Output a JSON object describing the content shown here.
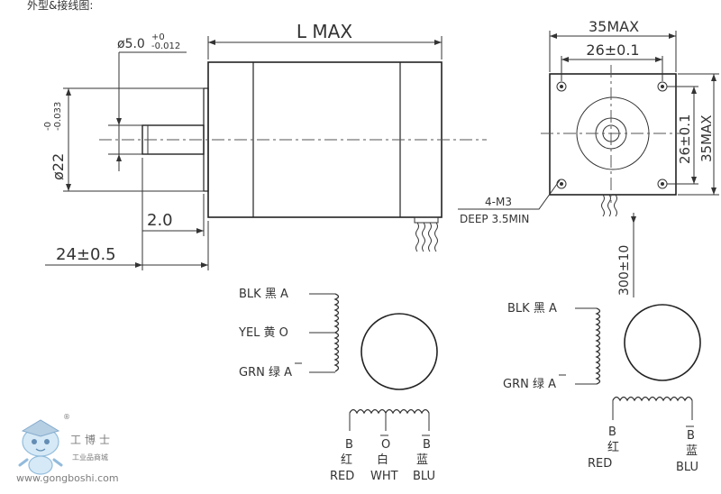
{
  "header": {
    "title": "外型&接线图:"
  },
  "side_view": {
    "shaft_dia": "ø5.0",
    "shaft_tol_upper": "+0",
    "shaft_tol_lower": "-0.012",
    "length": "L MAX",
    "boss_dia": "ø22",
    "boss_tol_upper": "-0",
    "boss_tol_lower": "-0.033",
    "boss_height": "2.0",
    "shaft_length": "24±0.5"
  },
  "front_view": {
    "width_max": "35MAX",
    "hole_spacing": "26±0.1",
    "height_spacing": "26±0.1",
    "height_max": "35MAX",
    "holes_line1": "4-M3",
    "holes_line2": "DEEP 3.5MIN",
    "lead_length": "300±10"
  },
  "wiring_6": {
    "labels": [
      "BLK 黑 A",
      "YEL 黄 O",
      "GRN 绿 A"
    ],
    "bottom_labels": [
      {
        "top": "B",
        "cn": "红",
        "en": "RED"
      },
      {
        "top": "O",
        "cn": "白",
        "en": "WHT"
      },
      {
        "top": "B",
        "cn": "蓝",
        "en": "BLU"
      }
    ]
  },
  "wiring_4": {
    "labels": [
      "BLK 黑 A",
      "GRN 绿 A"
    ],
    "bottom_labels": [
      {
        "top": "B",
        "cn": "红",
        "en": "RED"
      },
      {
        "top": "B",
        "cn": "蓝",
        "en": "BLU"
      }
    ]
  },
  "logo": {
    "name": "工博士",
    "subtitle": "工业品商城",
    "url": "www.gongboshi.com",
    "reg": "®"
  }
}
